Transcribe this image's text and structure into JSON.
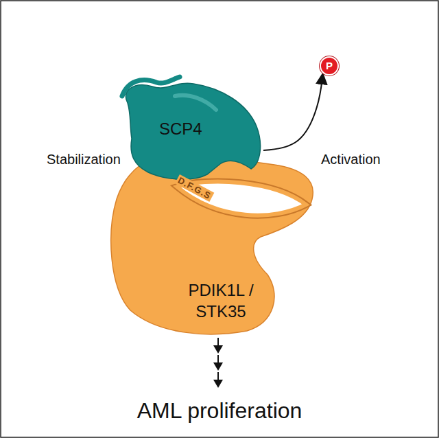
{
  "diagram": {
    "nodes": [
      {
        "text": [
          "SCP4"
        ]
      },
      {
        "text": [
          "PDIK1L / STK35"
        ]
      },
      {
        "text": [
          "P"
        ]
      }
    ],
    "edges": [
      {
        "from": 0,
        "to": 2,
        "arrow": "to"
      }
    ],
    "labels": [
      "Stabilization",
      "Activation",
      "D.F.G.S",
      "AML proliferation"
    ]
  }
}
